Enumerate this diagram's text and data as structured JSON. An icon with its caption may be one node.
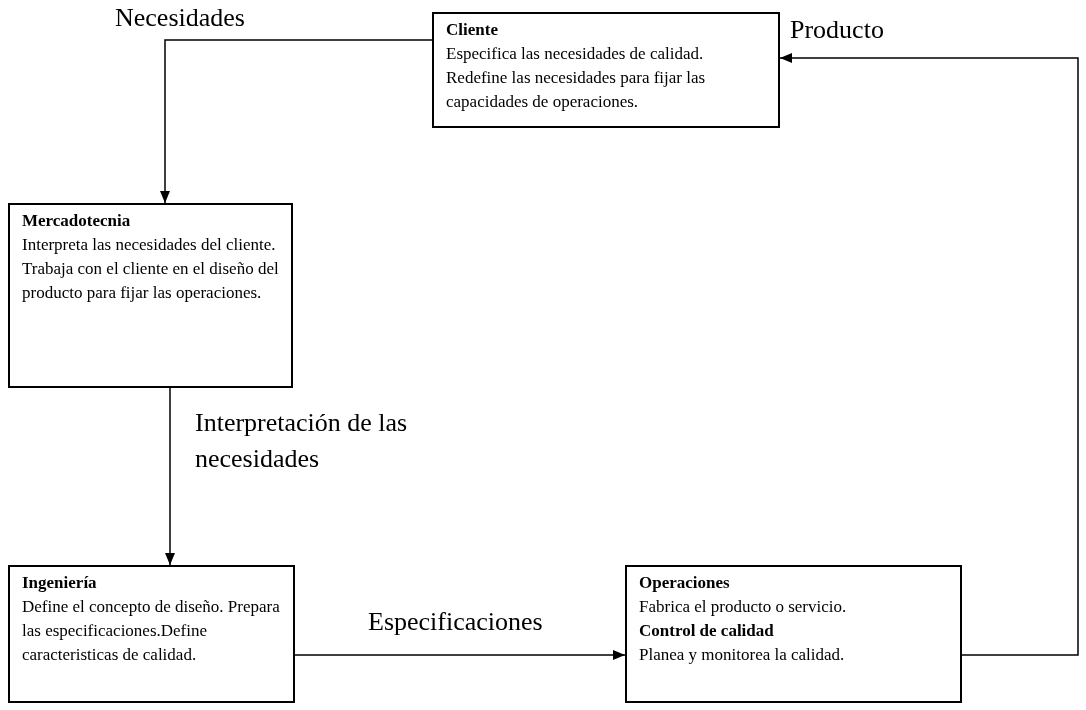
{
  "diagram": {
    "nodes": [
      {
        "text": [
          "Cliente",
          "Especifica las necesidades de calidad. Redefine las necesidades para fijar las capacidades de operaciones."
        ]
      },
      {
        "text": [
          "Mercadotecnia",
          "Interpreta las necesidades del cliente. Trabaja con el cliente en el diseño del producto para fijar las operaciones."
        ]
      },
      {
        "text": [
          "Ingeniería",
          "Define el concepto de diseño. Prepara las especificaciones.Define caracteristicas de calidad."
        ]
      },
      {
        "text": [
          "Operaciones",
          "Fabrica el producto o servicio.",
          "Control de calidad",
          "Planea y monitorea la calidad."
        ]
      }
    ],
    "edges": [
      {
        "from": 0,
        "to": 1,
        "arrow": "to",
        "label": "Necesidades"
      },
      {
        "from": 1,
        "to": 2,
        "arrow": "to",
        "label": "Interpretación de las necesidades"
      },
      {
        "from": 2,
        "to": 3,
        "arrow": "to",
        "label": "Especificaciones"
      },
      {
        "from": 3,
        "to": 0,
        "arrow": "to",
        "label": "Producto"
      }
    ]
  }
}
